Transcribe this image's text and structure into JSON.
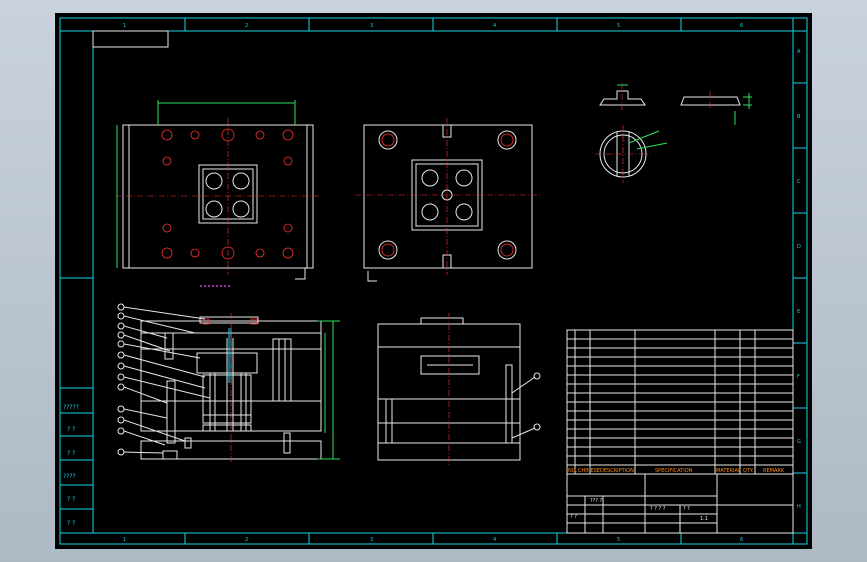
{
  "border": {
    "top_zones": [
      "1",
      "2",
      "3",
      "4",
      "5",
      "6"
    ],
    "bottom_zones": [
      "1",
      "2",
      "3",
      "4",
      "5",
      "6"
    ],
    "side_zones": [
      "A",
      "B",
      "C",
      "D",
      "E",
      "F",
      "G",
      "H"
    ]
  },
  "side_table": {
    "rows": [
      "?????",
      "? ?",
      "? ?",
      "????",
      "? ?",
      "? ?"
    ]
  },
  "bom": {
    "header": [
      "NO.",
      "CHINESE",
      "DESCRIPTION",
      "SPECIFICATION",
      "MATERIAL",
      "QTY.",
      "REMARK"
    ]
  },
  "title_block": {
    "cells": [
      "? ? ? ?",
      "? ?",
      "1:1",
      "??? ?",
      "? ?"
    ]
  },
  "colors": {
    "sheet": "#000000",
    "border": "#19d3e6",
    "geometry": "#e8e8e8",
    "centerline": "#ff3030",
    "dimension": "#30e060",
    "header_text": "#ff8c1a",
    "magenta_label": "#ff40ff"
  }
}
